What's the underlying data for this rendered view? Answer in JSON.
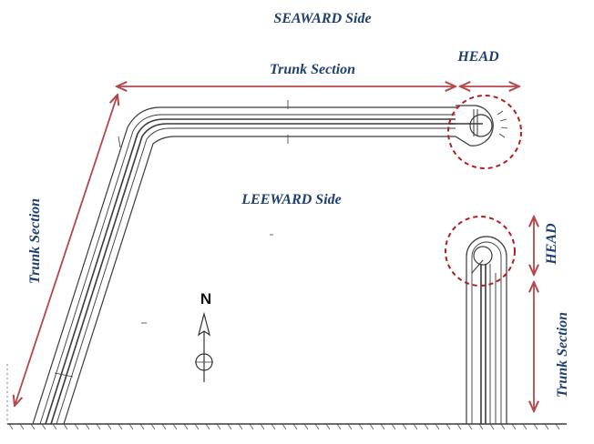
{
  "labels": {
    "seaward": "SEAWARD Side",
    "leeward": "LEEWARD Side",
    "trunk_top": "Trunk Section",
    "trunk_left": "Trunk Section",
    "trunk_right": "Trunk Section",
    "head_top": "HEAD",
    "head_right": "HEAD",
    "north": "N"
  },
  "colors": {
    "label": "#1f3f6e",
    "arrow": "#b5474b",
    "circle": "#b01e1e",
    "structure": "#3a3a3a"
  }
}
